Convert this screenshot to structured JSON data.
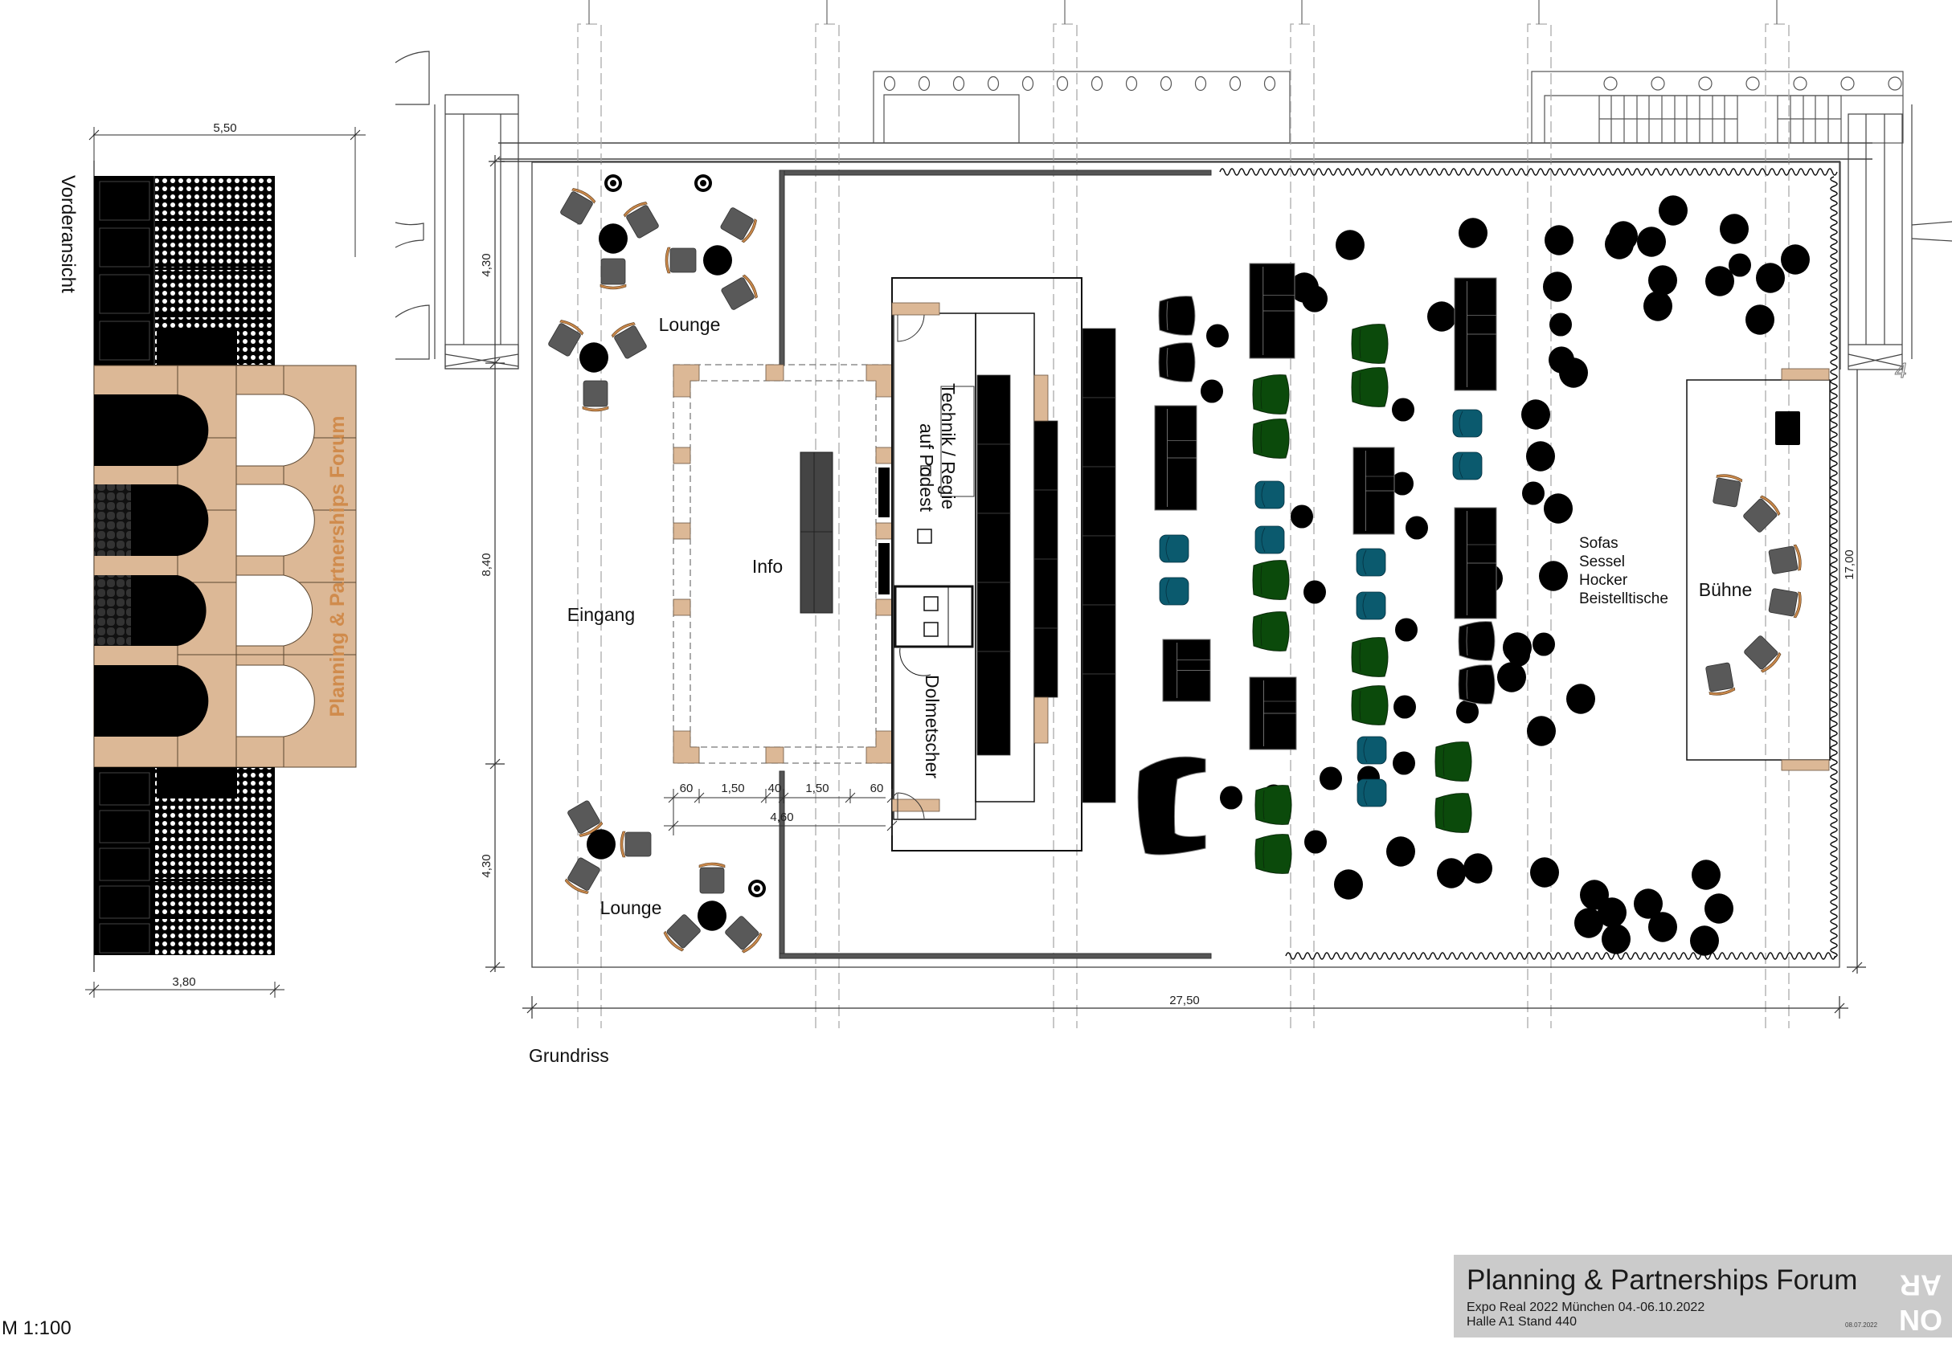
{
  "sheet": {
    "scale": "M 1:100",
    "views": {
      "elevation": "Vorderansicht",
      "plan": "Grundriss"
    }
  },
  "title_block": {
    "title": "Planning & Partnerships Forum",
    "event": "Expo Real 2022 München 04.-06.10.2022",
    "location": "Halle A1 Stand 440",
    "date": "08.07.2022",
    "logo": "ARNO"
  },
  "elevation": {
    "brand_text": "Planning & Partnerships Forum",
    "dimensions": {
      "top": "5,50",
      "bottom": "3,80"
    }
  },
  "plan": {
    "zones": {
      "lounge": "Lounge",
      "entrance": "Eingang",
      "info": "Info",
      "tech_line1": "Technik / Regie",
      "tech_line2": "auf Podest",
      "interpreters": "Dolmetscher",
      "seating_list": [
        "Sofas",
        "Sessel",
        "Hocker",
        "Beistelltische"
      ],
      "stage": "Bühne",
      "stair_number": "4"
    },
    "dimensions": {
      "left_top": "4,30",
      "left_mid": "8,40",
      "left_bottom": "4,30",
      "right_total": "17,00",
      "bottom_total": "27,50",
      "info_chain": [
        "60",
        "1,50",
        "40",
        "1,50",
        "60"
      ],
      "info_total": "4,60"
    }
  },
  "colors": {
    "wood": "#dcb896",
    "chair": "#595959",
    "chair_back": "#c8874a",
    "armchair_green": "#0b4a0b",
    "stool_teal": "#0b5a6e",
    "furniture_black": "#000000",
    "title_block_bg": "#cbcbcb",
    "brand_text": "#d08b4c"
  }
}
